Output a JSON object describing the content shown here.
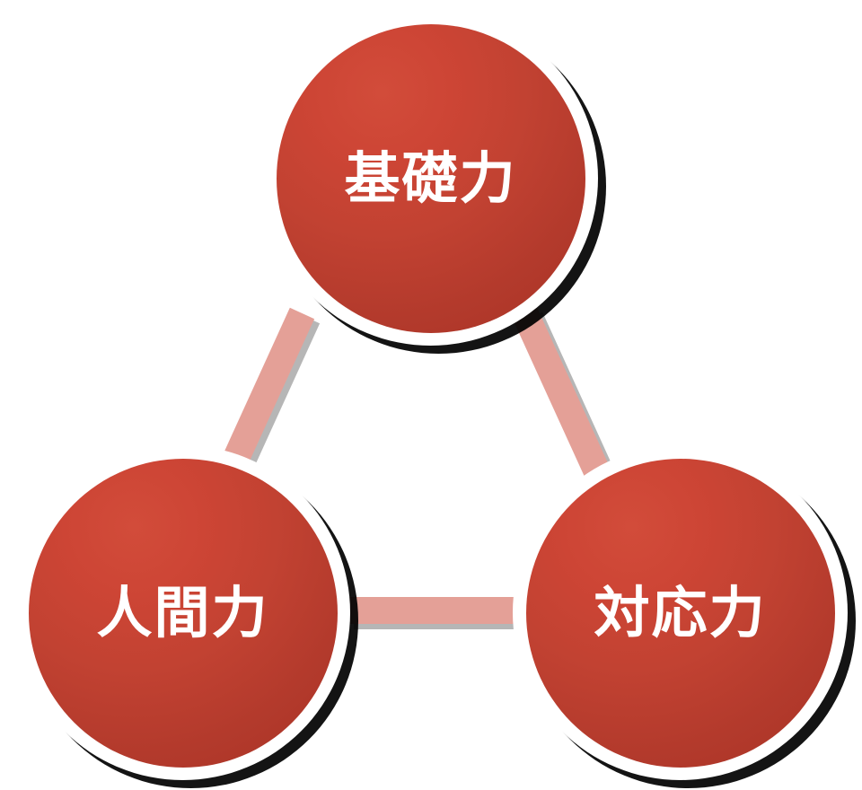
{
  "diagram": {
    "title": "",
    "type": "triangle-relationship",
    "background_color": "#ffffff",
    "node_fill_from": "#d24c3a",
    "node_fill_to": "#a93225",
    "node_ring_color": "#ffffff",
    "node_shadow_color": "#000000",
    "connector_color": "#e4a097",
    "connector_shadow_color": "#9e9e9e",
    "label_color": "#ffffff",
    "nodes": [
      {
        "id": "top",
        "label": "基礎力",
        "position": "top"
      },
      {
        "id": "bottom_left",
        "label": "人間力",
        "position": "bottom-left"
      },
      {
        "id": "bottom_right",
        "label": "対応力",
        "position": "bottom-right"
      }
    ],
    "connectors": [
      {
        "id": "top_to_bottom_left",
        "from": "基礎力",
        "to": "人間力",
        "orientation": "diagonal-left"
      },
      {
        "id": "top_to_bottom_right",
        "from": "基礎力",
        "to": "対応力",
        "orientation": "diagonal-right"
      },
      {
        "id": "bottom_left_to_bottom_right",
        "from": "人間力",
        "to": "対応力",
        "orientation": "horizontal"
      }
    ]
  }
}
